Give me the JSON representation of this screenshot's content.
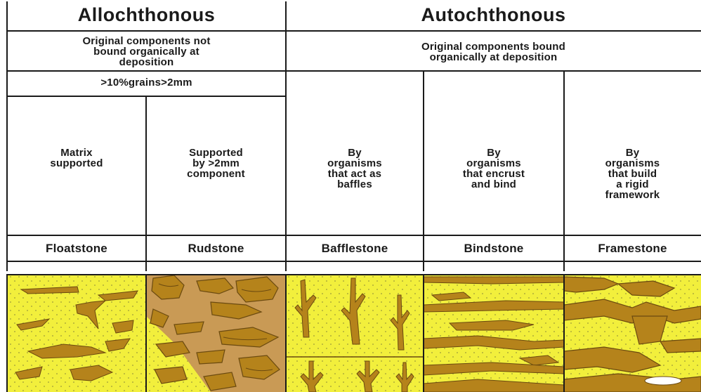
{
  "headers": {
    "allochthonous": "Allochthonous",
    "autochthonous": "Autochthonous"
  },
  "descriptions": {
    "allochthonous": "Original components not\nbound organically at\ndeposition",
    "autochthonous": "Original components bound\norganically at deposition"
  },
  "grain_criterion": ">10%grains>2mm",
  "columns": [
    {
      "criterion": "Matrix\nsupported",
      "name": "Floatstone"
    },
    {
      "criterion": "Supported\nby >2mm\ncomponent",
      "name": "Rudstone"
    },
    {
      "criterion": "By\norganisms\nthat act as\nbaffles",
      "name": "Bafflestone"
    },
    {
      "criterion": "By\norganisms\nthat encrust\nand bind",
      "name": "Bindstone"
    },
    {
      "criterion": "By\norganisms\nthat build\na rigid\nframework",
      "name": "Framestone"
    }
  ],
  "colors": {
    "matrix": "#f2ef3c",
    "clast": "#b5831b",
    "clast_outline": "#6b4a10",
    "background_tan": "#c99a55",
    "line": "#1a1a1a",
    "dots": "#9a9a3a"
  }
}
